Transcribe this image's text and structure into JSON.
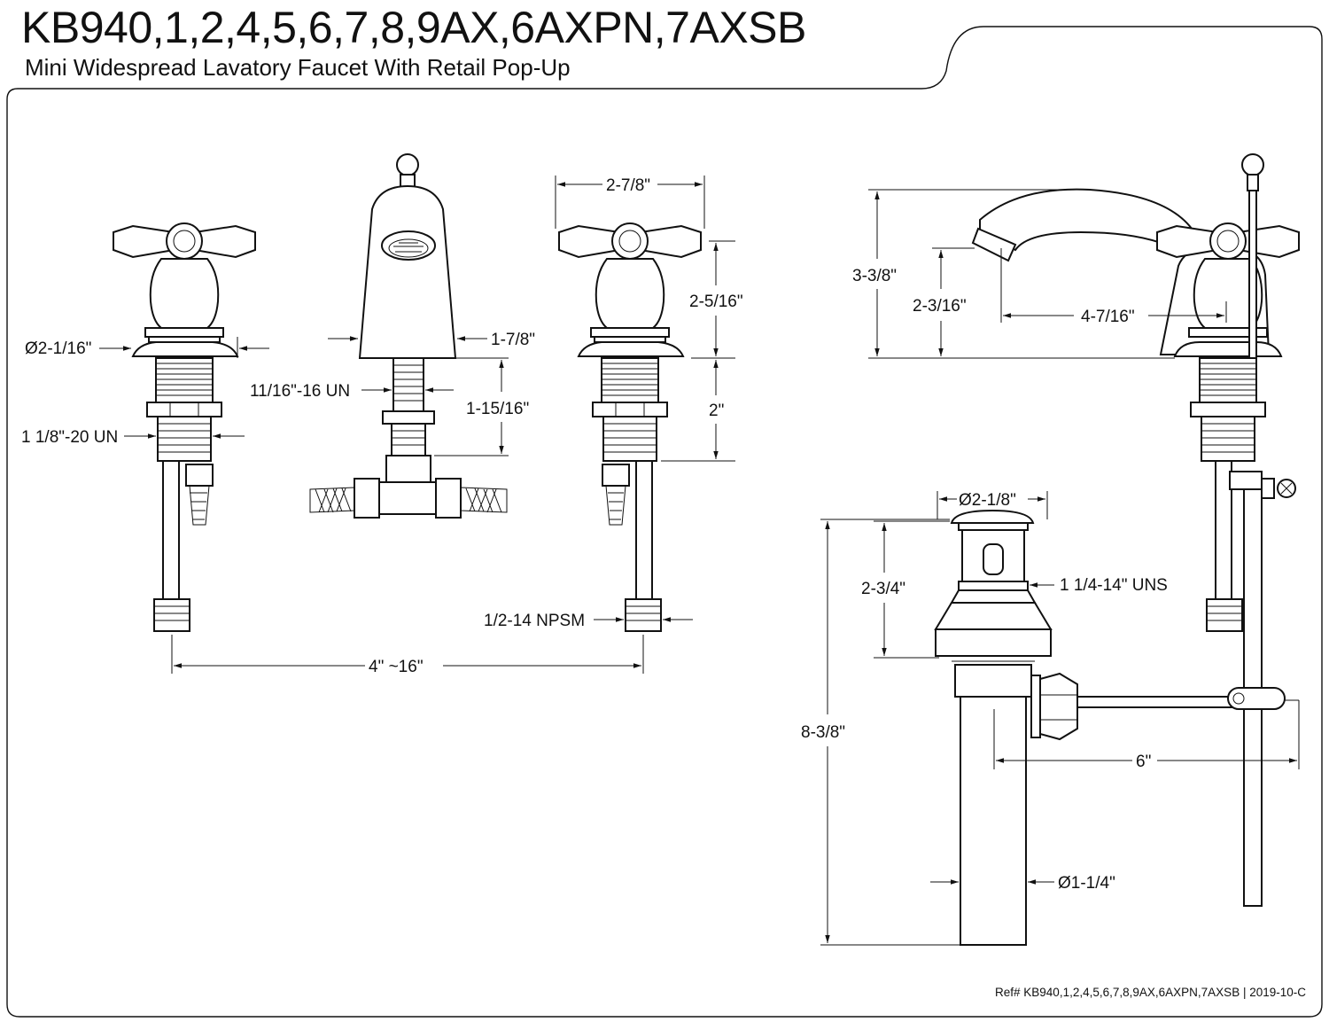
{
  "header": {
    "title": "KB940,1,2,4,5,6,7,8,9AX,6AXPN,7AXSB",
    "subtitle": "Mini Widespread Lavatory Faucet With Retail Pop-Up"
  },
  "footer": {
    "reference": "Ref# KB940,1,2,4,5,6,7,8,9AX,6AXPN,7AXSB | 2019-10-C"
  },
  "dimensions": {
    "handle_flange_diameter": "Ø2-1/16\"",
    "handle_shank_thread": "1 1/8\"-20 UN",
    "spout_base_width": "1-7/8\"",
    "spout_shank_thread": "11/16\"-16 UN",
    "spout_shank_length": "1-15/16\"",
    "handle_width": "2-7/8\"",
    "handle_height": "2-5/16\"",
    "handle_shank_length": "2\"",
    "supply_connection": "1/2-14 NPSM",
    "spread": "4\" ~16\"",
    "faucet_height": "3-3/8\"",
    "spout_clearance": "2-3/16\"",
    "spout_reach": "4-7/16\"",
    "drain_flange_diameter": "Ø2-1/8\"",
    "drain_body_height": "2-3/4\"",
    "drain_thread": "1 1/4-14\" UNS",
    "drain_total_length": "8-3/8\"",
    "pivot_rod_length": "6\"",
    "tailpiece_diameter": "Ø1-1/4\""
  }
}
